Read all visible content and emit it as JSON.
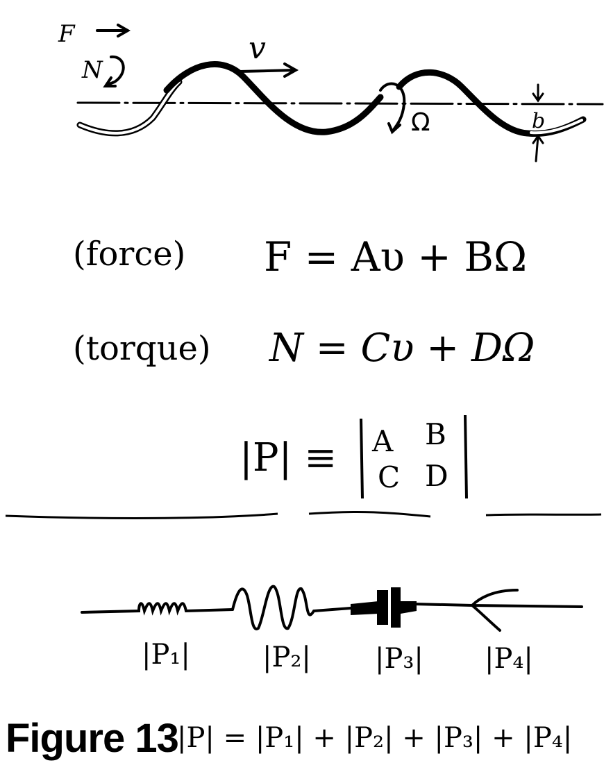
{
  "top_sketch": {
    "labels": {
      "force_arrow_label": "F",
      "torque_label": "N",
      "velocity_label": "v",
      "rotation_label": "Ω",
      "amplitude_label": "b"
    }
  },
  "equations": {
    "force_tag": "(force)",
    "force_eq": "F = Aυ + BΩ",
    "torque_tag": "(torque)",
    "torque_eq": "N = Cυ + DΩ",
    "matrix_lhs": "|P| ≡",
    "matrix": [
      [
        "A",
        "B"
      ],
      [
        "C",
        "D"
      ]
    ]
  },
  "bottom_sketch": {
    "segment_labels": [
      "|P₁|",
      "|P₂|",
      "|P₃|",
      "|P₄|"
    ]
  },
  "caption": {
    "figure_label": "Figure 13",
    "equation": "|P| = |P₁| + |P₂| + |P₃| + |P₄|"
  }
}
